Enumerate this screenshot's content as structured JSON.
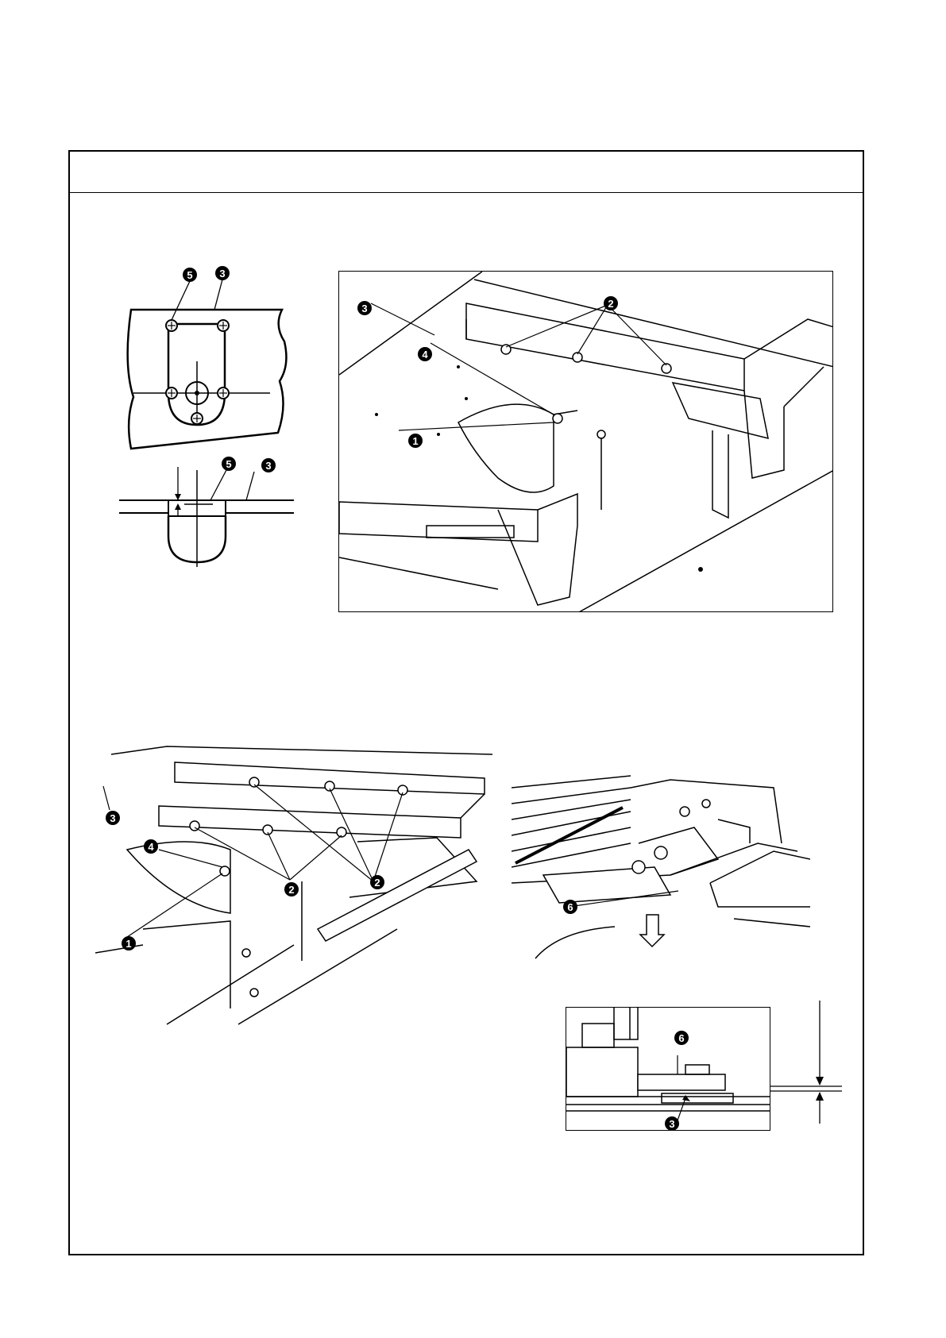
{
  "callouts": {
    "c1": "1",
    "c2": "2",
    "c3": "3",
    "c4": "4",
    "c5": "5",
    "c6": "6"
  },
  "colors": {
    "ink": "#000000",
    "paper": "#ffffff",
    "shade": "#d9d9d9"
  }
}
